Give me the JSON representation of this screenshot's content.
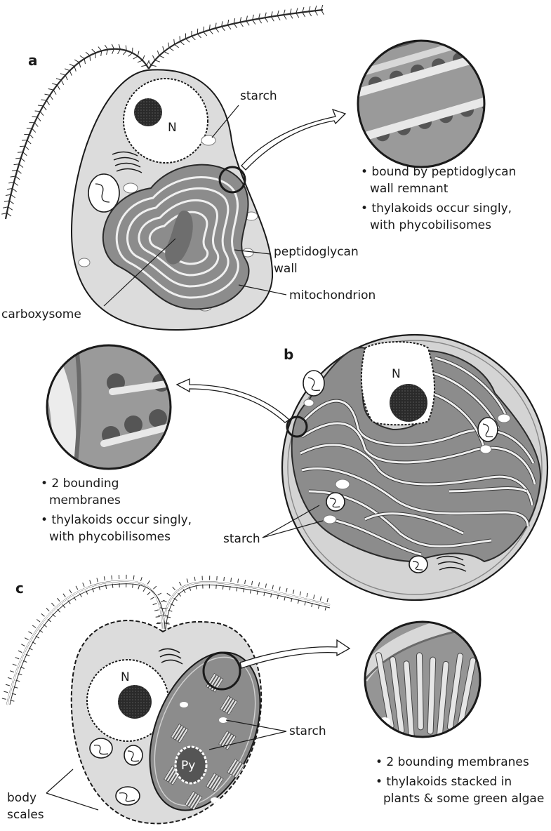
{
  "panels": {
    "a": {
      "letter": "a",
      "nucleus": "N",
      "labels": {
        "starch": "starch",
        "peptidoglycan": [
          "peptidoglycan",
          "wall"
        ],
        "mitochondrion": "mitochondrion",
        "carboxysome": "carboxysome"
      },
      "notes": [
        [
          "• bound by peptidoglycan",
          "wall remnant"
        ],
        [
          "• thylakoids occur singly,",
          "with phycobilisomes"
        ]
      ]
    },
    "b": {
      "letter": "b",
      "nucleus": "N",
      "labels": {
        "starch": "starch"
      },
      "notes": [
        [
          "• 2 bounding",
          "membranes"
        ],
        [
          "• thylakoids occur singly,",
          "with phycobilisomes"
        ]
      ]
    },
    "c": {
      "letter": "c",
      "nucleus": "N",
      "pyrenoid": "Py",
      "labels": {
        "starch": "starch",
        "body_scales": [
          "body",
          "scales"
        ]
      },
      "notes": [
        [
          "• 2 bounding membranes"
        ],
        [
          "• thylakoids stacked in",
          "plants & some green algae"
        ]
      ]
    }
  },
  "colors": {
    "cytoplasm": "#dcdcdc",
    "plastid": "#8c8c8c",
    "thylakoid": "#f0f0f0",
    "phycobilisome": "#555555",
    "nucleolus": "#222222"
  }
}
